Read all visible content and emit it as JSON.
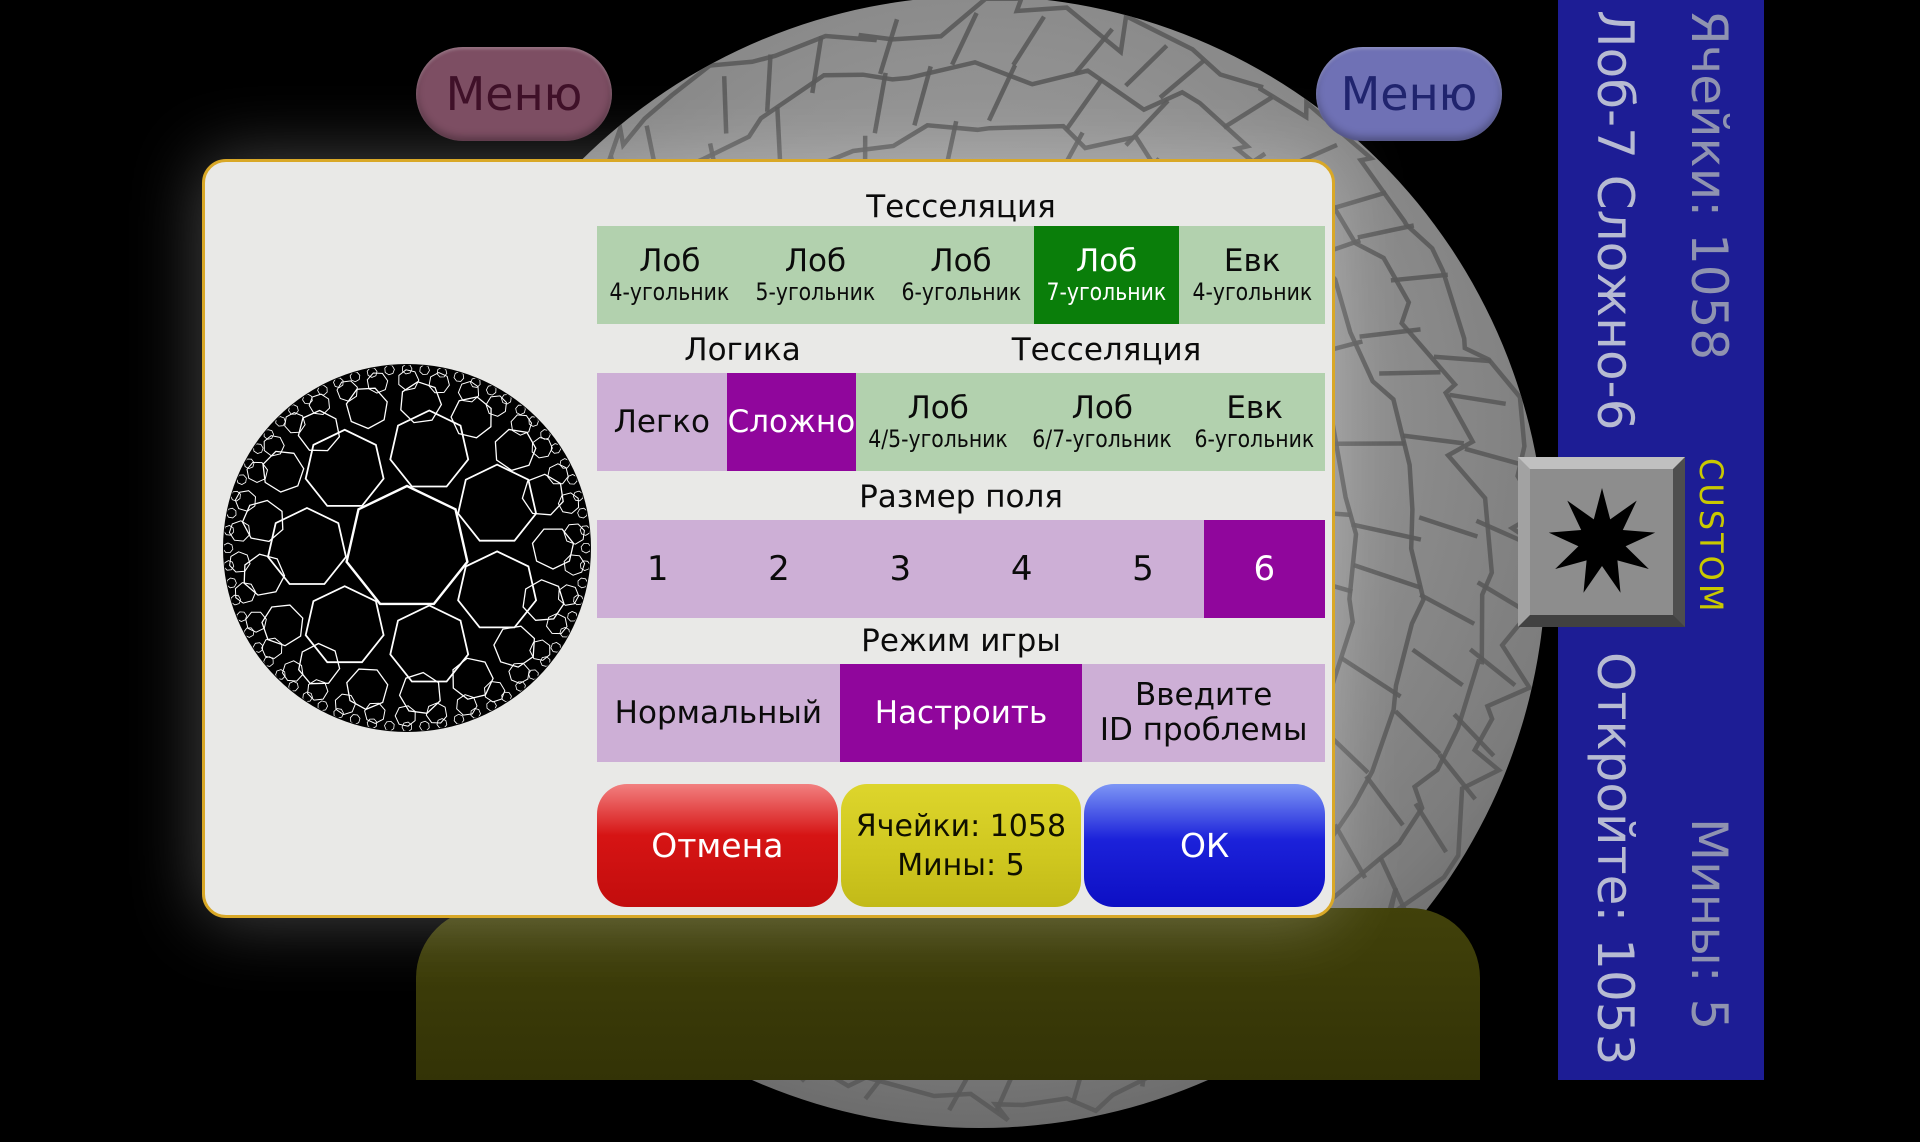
{
  "menus": {
    "left_label": "Меню",
    "right_label": "Меню"
  },
  "dialog": {
    "tessellation": {
      "title": "Тесселяция",
      "options": [
        {
          "line1": "Лоб",
          "line2": "4-угольник",
          "selected": false
        },
        {
          "line1": "Лоб",
          "line2": "5-угольник",
          "selected": false
        },
        {
          "line1": "Лоб",
          "line2": "6-угольник",
          "selected": false
        },
        {
          "line1": "Лоб",
          "line2": "7-угольник",
          "selected": true
        },
        {
          "line1": "Евк",
          "line2": "4-угольник",
          "selected": false
        }
      ]
    },
    "logic": {
      "title": "Логика",
      "options": [
        {
          "label": "Легко",
          "selected": false
        },
        {
          "label": "Сложно",
          "selected": true
        }
      ]
    },
    "tessellation2": {
      "title": "Тесселяция",
      "options": [
        {
          "line1": "Лоб",
          "line2": "4/5-угольник",
          "selected": false
        },
        {
          "line1": "Лоб",
          "line2": "6/7-угольник",
          "selected": false
        },
        {
          "line1": "Евк",
          "line2": "6-угольник",
          "selected": false
        }
      ]
    },
    "field_size": {
      "title": "Размер поля",
      "options": [
        "1",
        "2",
        "3",
        "4",
        "5",
        "6"
      ],
      "selected": "6"
    },
    "game_mode": {
      "title": "Режим игры",
      "options": [
        {
          "label": "Нормальный",
          "selected": false
        },
        {
          "label": "Настроить",
          "selected": true
        },
        {
          "line1": "Введите",
          "line2": "ID проблемы",
          "selected": false
        }
      ]
    },
    "actions": {
      "cancel": "Отмена",
      "stats_line1": "Ячейки: 1058",
      "stats_line2": "Мины: 5",
      "ok": "ОК"
    }
  },
  "sidebar": {
    "cells": "Ячейки: 1058",
    "mode": "Лоб-7 Сложно-6",
    "custom_label": "CUSTOM",
    "open": "Откройте: 1053",
    "mines": "Мины: 5"
  },
  "colors": {
    "selected_green": "#0a7e0a",
    "light_green": "#b2d1ae",
    "selected_purple": "#90069c",
    "light_purple": "#cdafd6",
    "dialog_border": "#d9a827",
    "sidebar_blue": "#1d1d95",
    "cancel_red": "#d61414",
    "stats_yellow": "#cfc71f",
    "ok_blue": "#1c22da",
    "custom_yellow": "#c9c900"
  }
}
